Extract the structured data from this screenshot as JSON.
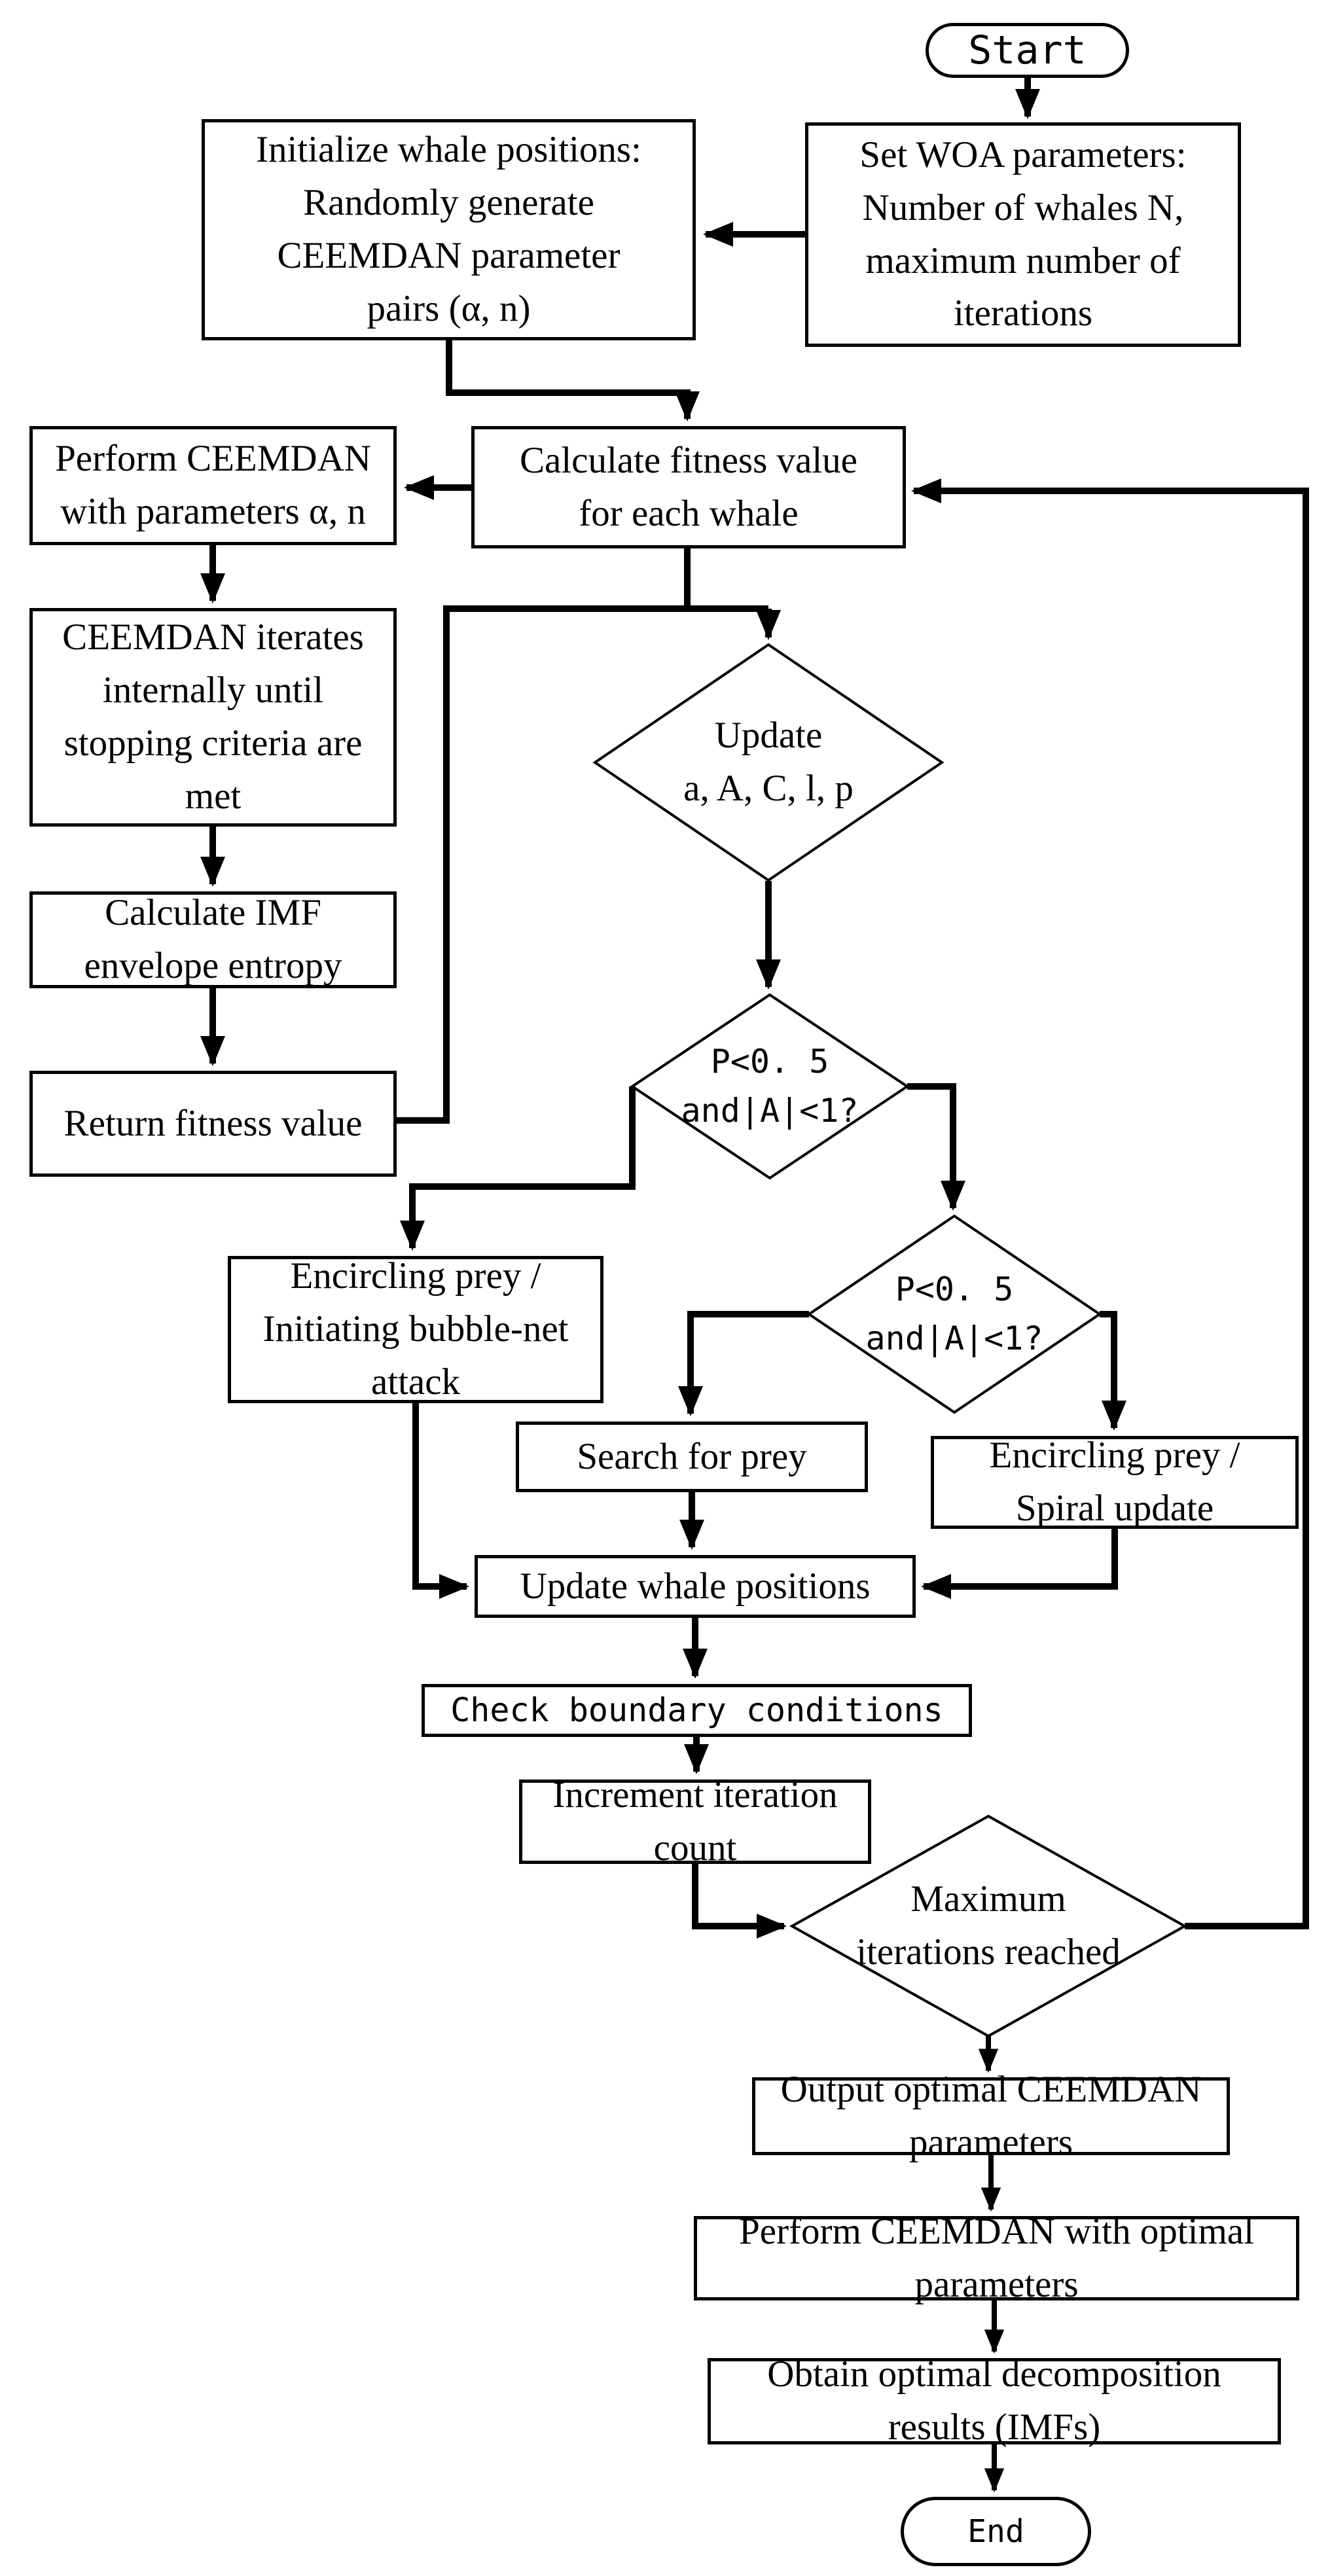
{
  "diagram_type": "flowchart",
  "colors": {
    "stroke": "#000000",
    "background": "#ffffff",
    "text": "#000000"
  },
  "nodes": {
    "start": {
      "label": "Start",
      "shape": "terminator"
    },
    "set_woa": {
      "label": "Set WOA parameters:\nNumber of whales N,\nmaximum number of\niterations",
      "shape": "process"
    },
    "initialize": {
      "label": "Initialize whale positions:\nRandomly generate\nCEEMDAN parameter\npairs (α, n)",
      "shape": "process"
    },
    "calc_fitness": {
      "label": "Calculate fitness value\nfor each whale",
      "shape": "process"
    },
    "perform_ceemdan": {
      "label": "Perform CEEMDAN\nwith parameters α, n",
      "shape": "process"
    },
    "ceemdan_iterates": {
      "label": "CEEMDAN iterates\ninternally until\nstopping criteria are\nmet",
      "shape": "process"
    },
    "calc_imf": {
      "label": "Calculate IMF\nenvelope entropy",
      "shape": "process"
    },
    "return_fitness": {
      "label": "Return fitness value",
      "shape": "process"
    },
    "update_coeffs": {
      "label": "Update\na, A, C, l, p",
      "shape": "decision"
    },
    "p_condition_1": {
      "label": "P<0. 5\nand|A|<1?",
      "shape": "decision"
    },
    "p_condition_2": {
      "label": "P<0. 5\nand|A|<1?",
      "shape": "decision"
    },
    "encircling_bubble": {
      "label": "Encircling prey /\nInitiating bubble-net\nattack",
      "shape": "process"
    },
    "search_prey": {
      "label": "Search for prey",
      "shape": "process"
    },
    "encircling_spiral": {
      "label": "Encircling prey /\nSpiral update",
      "shape": "process"
    },
    "update_positions": {
      "label": "Update whale positions",
      "shape": "process"
    },
    "check_boundary": {
      "label": "Check boundary conditions",
      "shape": "process"
    },
    "increment_count": {
      "label": "Increment iteration\ncount",
      "shape": "process"
    },
    "max_iterations": {
      "label": "Maximum\niterations reached",
      "shape": "decision"
    },
    "output_params": {
      "label": "Output optimal CEEMDAN\nparameters",
      "shape": "process"
    },
    "perform_optimal": {
      "label": "Perform CEEMDAN with optimal\nparameters",
      "shape": "process"
    },
    "obtain_results": {
      "label": "Obtain optimal decomposition\nresults (IMFs)",
      "shape": "process"
    },
    "end": {
      "label": "End",
      "shape": "terminator"
    }
  }
}
